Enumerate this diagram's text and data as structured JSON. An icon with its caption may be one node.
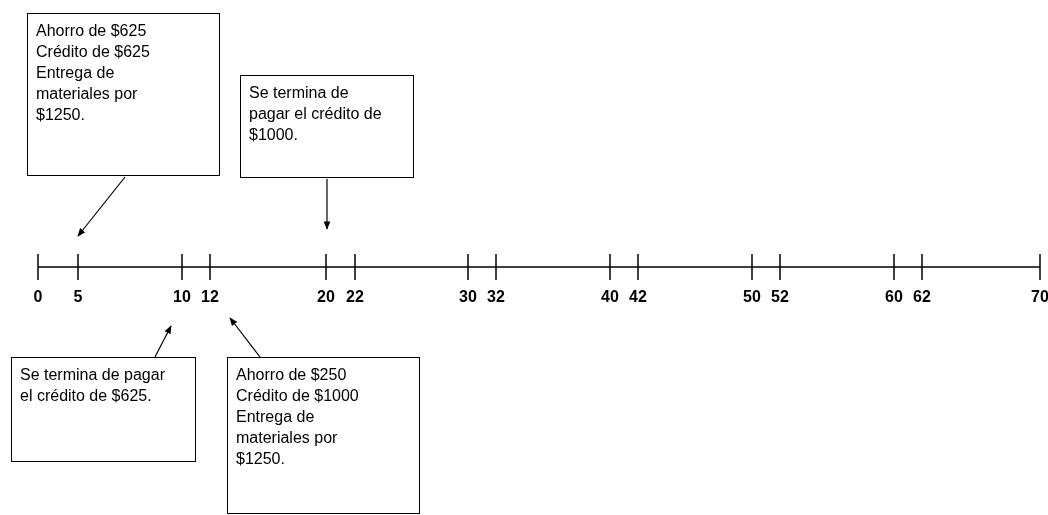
{
  "diagram": {
    "nodes": [
      {
        "text": [
          "Ahorro de $625",
          "Crédito de $625",
          "Entrega de materiales por $1250."
        ]
      },
      {
        "text": [
          "Se termina de pagar el crédito de $1000."
        ]
      },
      {
        "text": [
          "Se termina de pagar el crédito de $625."
        ]
      },
      {
        "text": [
          "Ahorro de $250",
          "Crédito de $1000",
          "Entrega de materiales por $1250."
        ]
      }
    ],
    "edges": [
      {
        "from": 0,
        "to": null,
        "arrow": "to"
      },
      {
        "from": 1,
        "to": null,
        "arrow": "to"
      },
      {
        "from": 2,
        "to": null,
        "arrow": "to"
      },
      {
        "from": 3,
        "to": null,
        "arrow": "to"
      }
    ],
    "labels": [
      "0",
      "5",
      "10",
      "12",
      "20",
      "22",
      "30",
      "32",
      "40",
      "42",
      "50",
      "52",
      "60",
      "62",
      "70"
    ]
  }
}
